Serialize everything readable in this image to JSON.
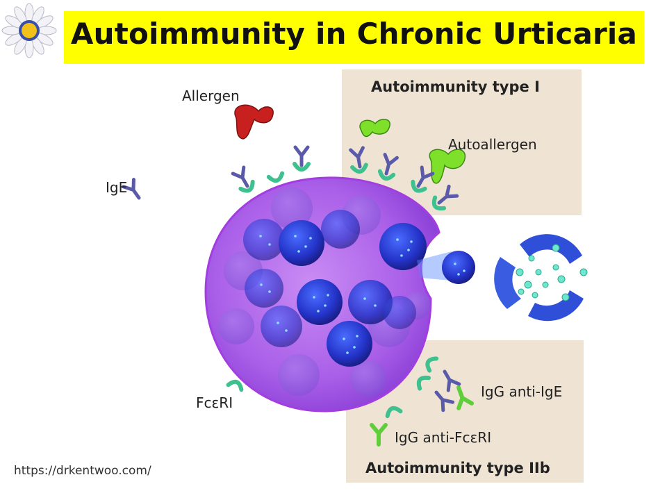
{
  "title": "Autoimmunity in Chronic Urticaria",
  "labels": {
    "allergen": "Allergen",
    "ige": "IgE",
    "autoallergen": "Autoallergen",
    "fceri": "FcεRI",
    "igg_anti_ige": "IgG anti-IgE",
    "igg_anti_fceri": "IgG anti-FcεRI"
  },
  "panels": {
    "type1": "Autoimmunity type I",
    "type2b": "Autoimmunity type IIb"
  },
  "url": "https://drkentwoo.com/",
  "colors": {
    "title_band": "#ffff00",
    "panel": "#efe4d4",
    "cell": "#b04ee6",
    "granule": "#2a3fd6",
    "antibody": "#5a5aa8",
    "receptor": "#3ec08f",
    "autoallergen": "#7ee02a",
    "allergen": "#c8201e"
  }
}
